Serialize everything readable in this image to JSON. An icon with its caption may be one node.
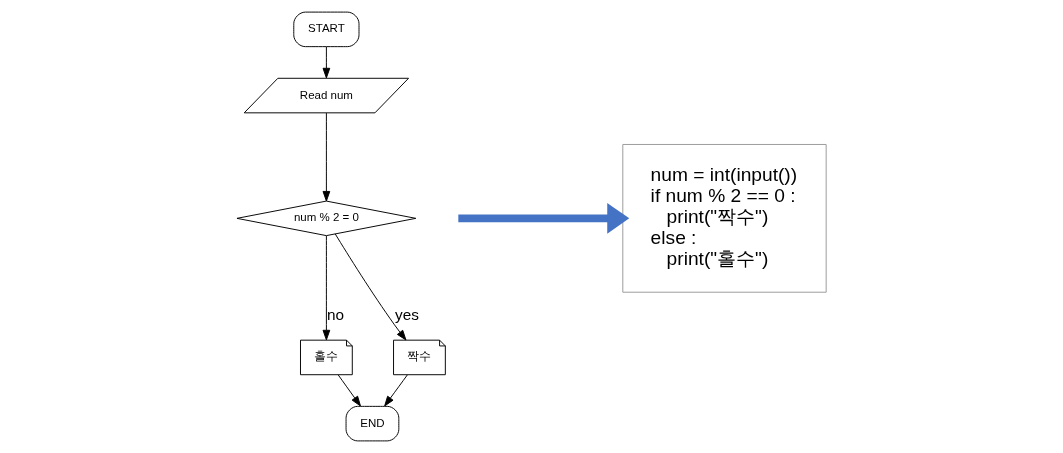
{
  "diagram": {
    "nodes": [
      {
        "text": [
          "START"
        ]
      },
      {
        "text": [
          "Read num"
        ]
      },
      {
        "text": [
          "num % 2 = 0"
        ]
      },
      {
        "text": [
          "홀수"
        ]
      },
      {
        "text": [
          "짝수"
        ]
      },
      {
        "text": [
          "END"
        ]
      },
      {
        "text": [
          "num = int(input())",
          "if num % 2 == 0 :",
          "print(\"짝수\")",
          "else :",
          "print(\"홀수\")"
        ]
      }
    ],
    "edges": [
      {
        "from": 0,
        "to": 1,
        "arrow": "to"
      },
      {
        "from": 1,
        "to": 2,
        "arrow": "to"
      },
      {
        "from": 2,
        "to": 3,
        "arrow": "to",
        "label": "no"
      },
      {
        "from": 2,
        "to": 4,
        "arrow": "to",
        "label": "yes"
      },
      {
        "from": 3,
        "to": 5,
        "arrow": "to"
      },
      {
        "from": 4,
        "to": 5,
        "arrow": "to"
      },
      {
        "from": null,
        "to": 6,
        "arrow": "to",
        "style": "thick",
        "color": "#4472c4"
      }
    ]
  }
}
